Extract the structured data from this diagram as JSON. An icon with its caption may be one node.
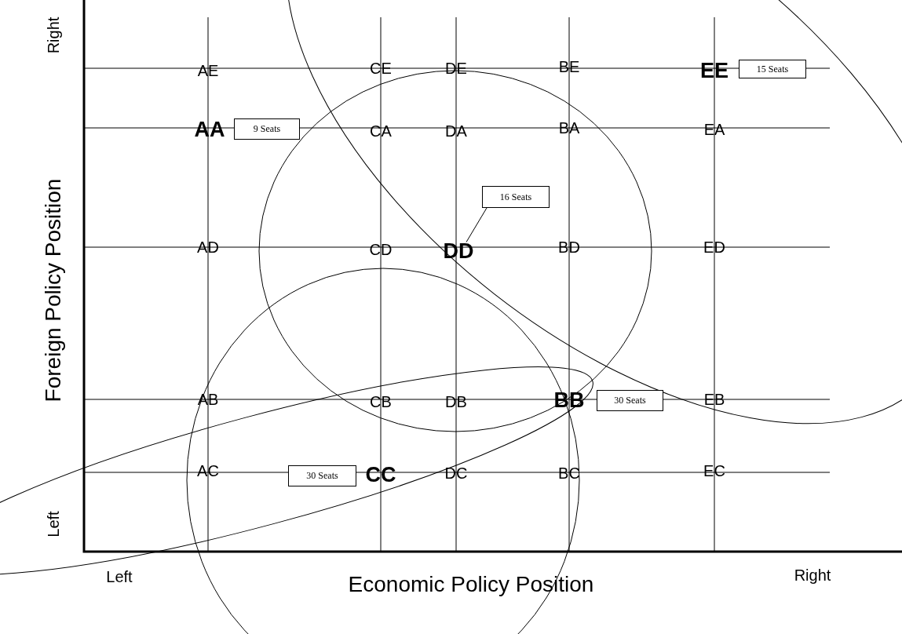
{
  "diagram": {
    "nodes": [
      {
        "text": [
          "15 Seats"
        ]
      },
      {
        "text": [
          "9 Seats"
        ]
      },
      {
        "text": [
          "16 Seats"
        ]
      },
      {
        "text": [
          "DD"
        ]
      },
      {
        "text": [
          "30 Seats"
        ]
      },
      {
        "text": [
          "30 Seats"
        ]
      }
    ],
    "edges": [
      {
        "from": 2,
        "to": 3,
        "arrow": "none"
      }
    ],
    "labels": [
      "Right",
      "AE",
      "CE",
      "DE",
      "BE",
      "EE",
      "AA",
      "CA",
      "DA",
      "BA",
      "EA",
      "Foreign Policy Position",
      "AD",
      "CD",
      "BD",
      "ED",
      "AB",
      "CB",
      "DB",
      "BB",
      "EB",
      "AC",
      "CC",
      "DC",
      "BC",
      "EC",
      "Left",
      "Left",
      "Economic Policy Position",
      "Right"
    ]
  }
}
